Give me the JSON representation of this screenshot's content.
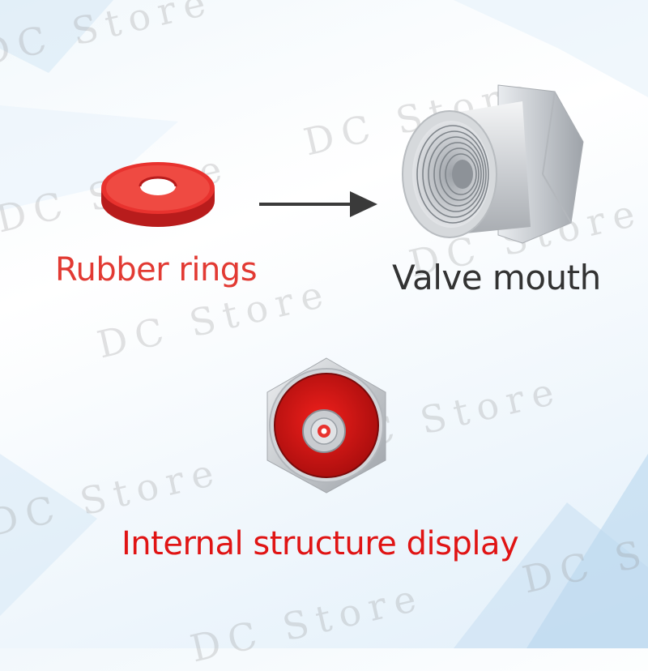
{
  "labels": {
    "rubber_rings": "Rubber rings",
    "valve_mouth": "Valve mouth",
    "internal_structure": "Internal structure display"
  },
  "watermark": "DC Store",
  "colors": {
    "rubber_label": "#e23a33",
    "valve_label": "#333333",
    "internal_label": "#e01414",
    "rubber_ring": "#e8322e",
    "metal": "#c9ccd0",
    "arrow": "#3a3a3a"
  }
}
